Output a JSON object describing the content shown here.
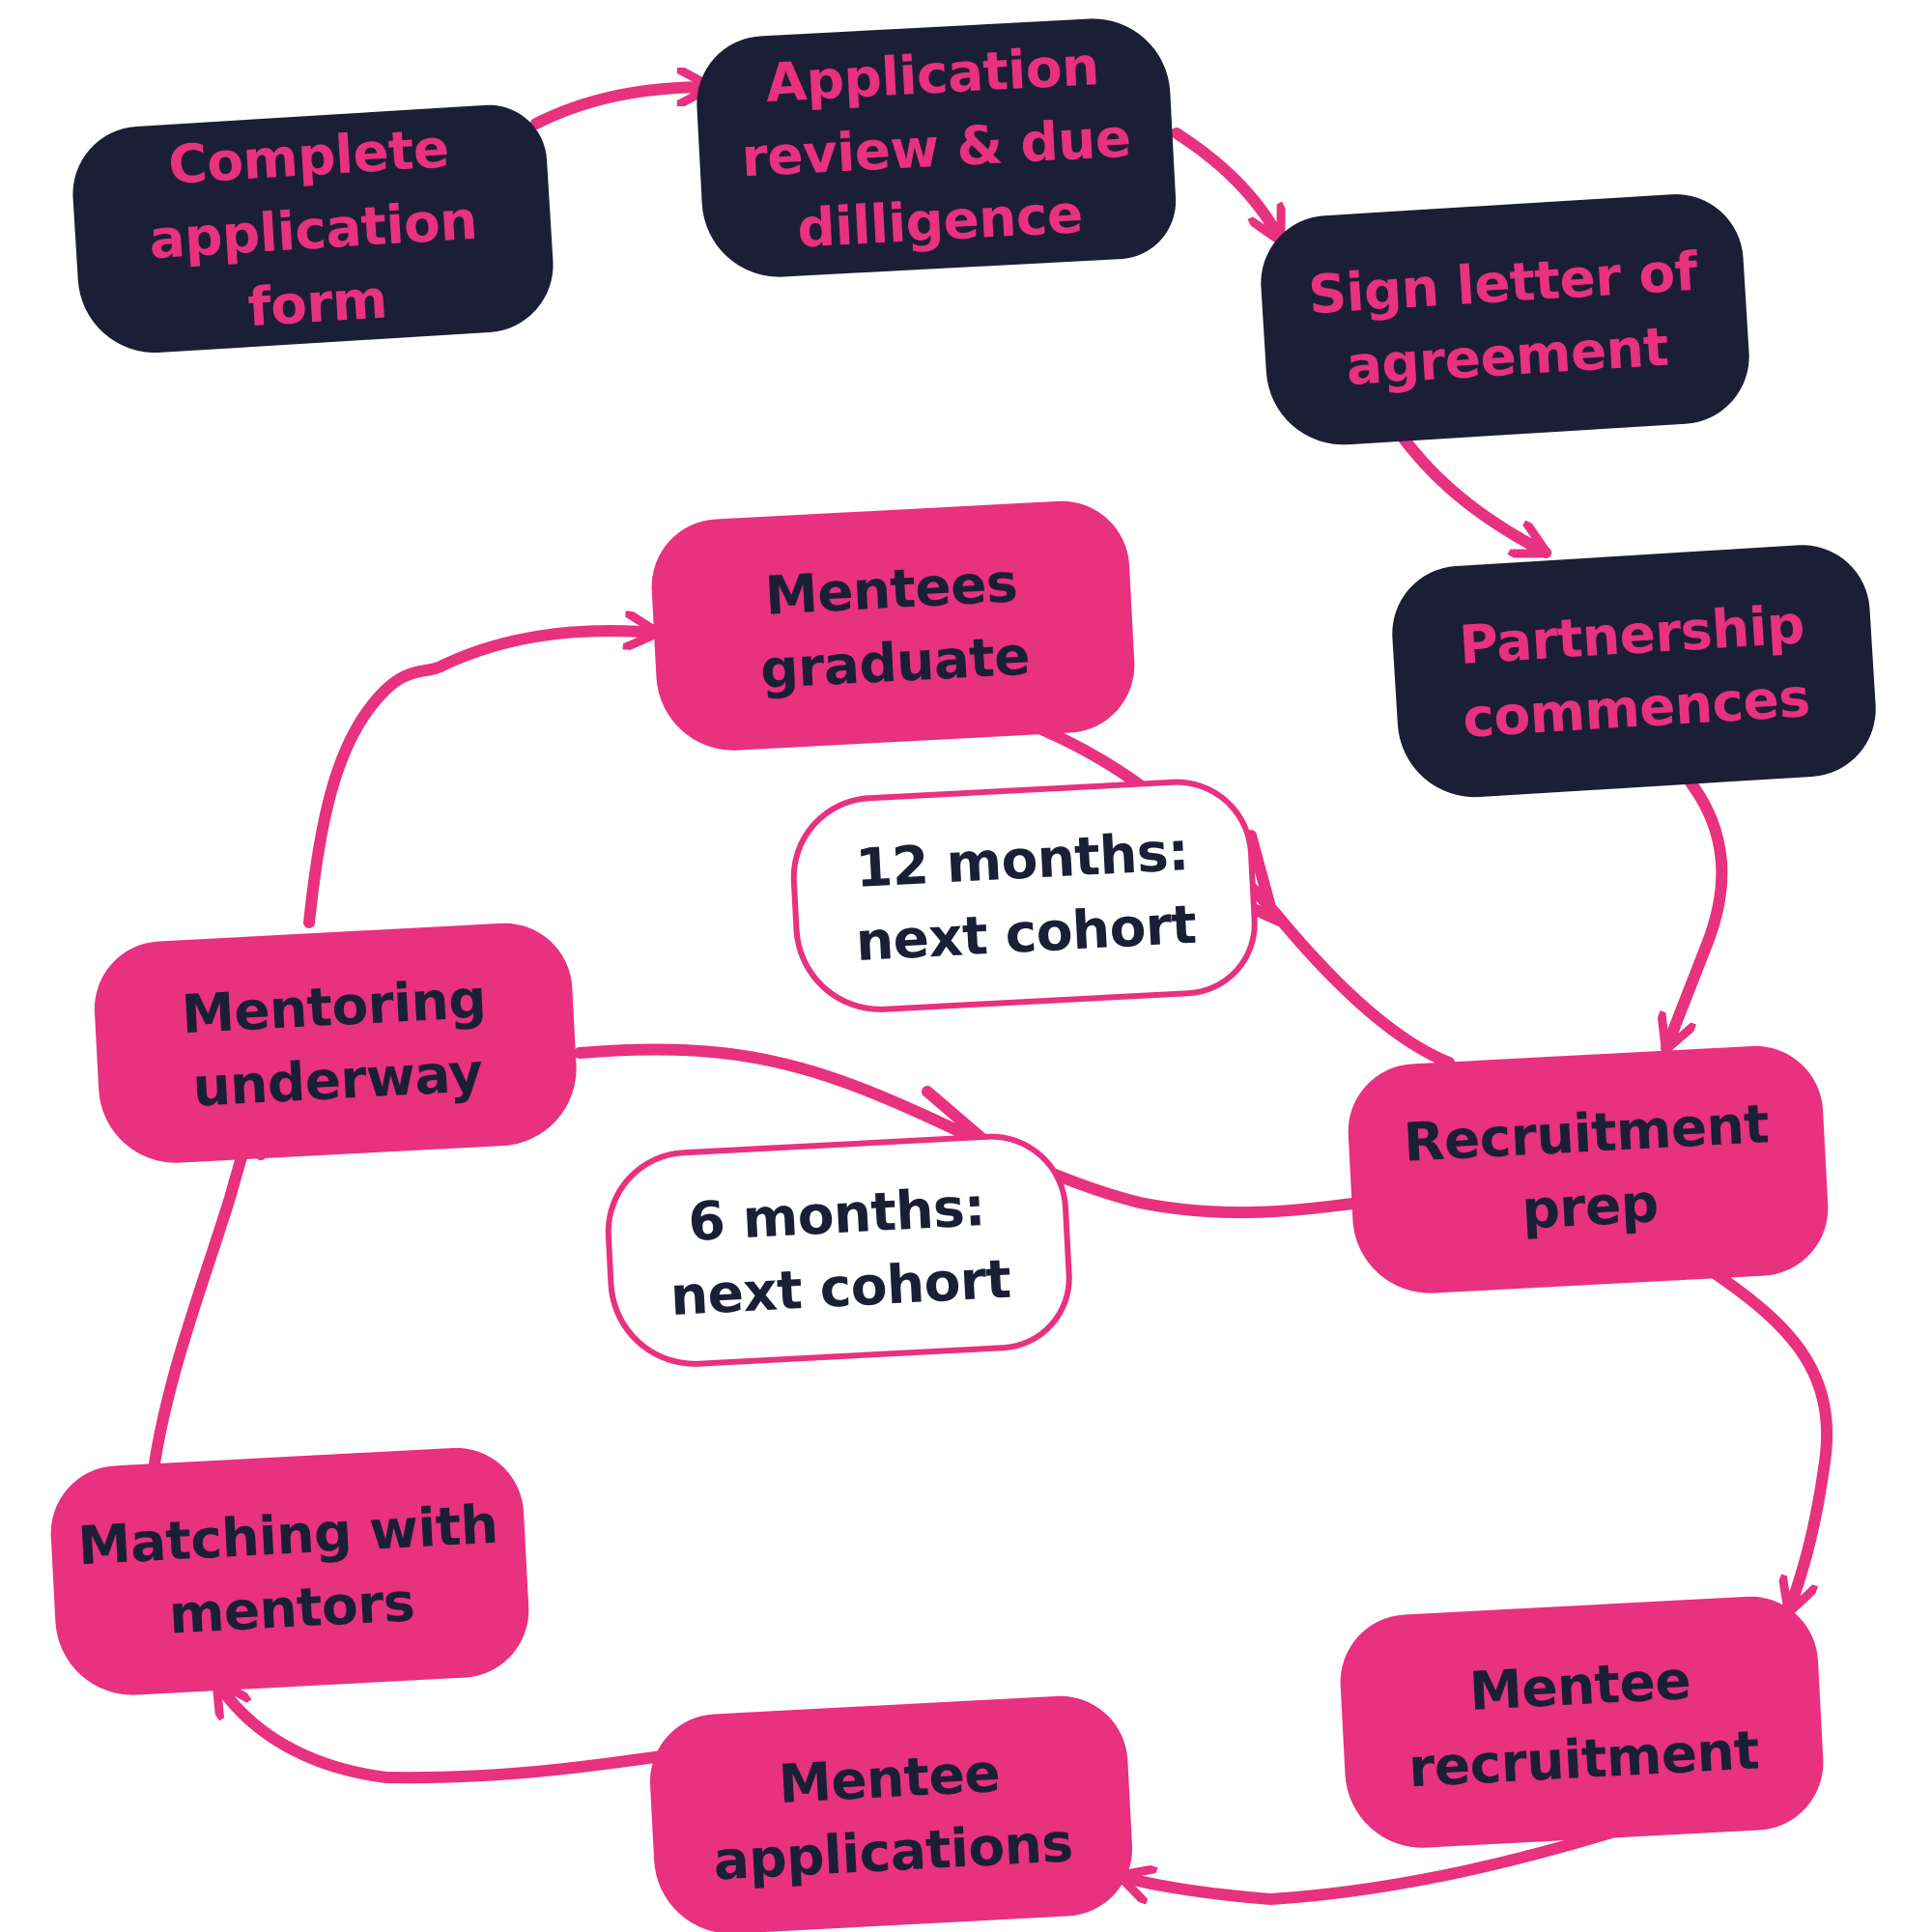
{
  "colors": {
    "accent": "#e8317f",
    "dark": "#1a1f36",
    "background": "#ffffff"
  },
  "steps": {
    "complete_application": "Complete\napplication form",
    "application_review": "Application\nreview & due\ndilligence",
    "sign_letter": "Sign letter of\nagreement",
    "partnership_commences": "Partnership\ncommences",
    "recruitment_prep": "Recruitment\nprep",
    "mentee_recruitment": "Mentee\nrecruitment",
    "mentee_applications": "Mentee\napplications",
    "matching_mentors": "Matching with\nmentors",
    "mentoring_underway": "Mentoring\nunderway",
    "mentees_graduate": "Mentees\ngraduate"
  },
  "notes": {
    "twelve_months": "12 months:\nnext cohort",
    "six_months": "6 months:\nnext cohort"
  }
}
